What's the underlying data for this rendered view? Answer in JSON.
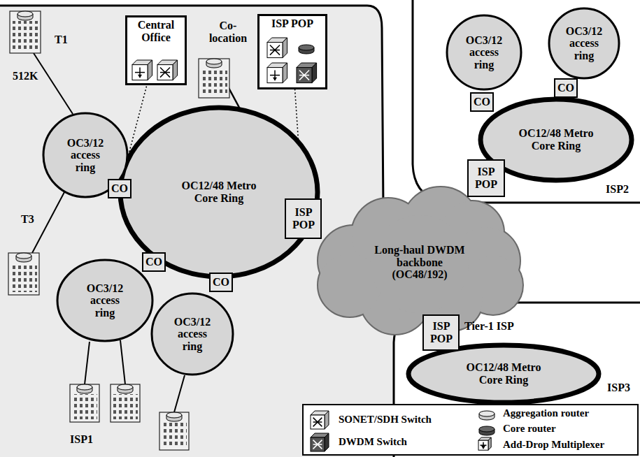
{
  "diagram": {
    "nodes": [
      {
        "text": [
          "ISP1"
        ]
      },
      {
        "text": [
          "Central Office"
        ],
        "in": 0
      },
      {
        "text": [
          "ISP POP"
        ],
        "in": 0
      },
      {
        "text": [
          "OC3/12 access ring"
        ],
        "in": 0
      },
      {
        "text": [
          "CO"
        ],
        "in": 0
      },
      {
        "text": [
          "OC12/48 Metro Core Ring"
        ],
        "in": 0
      },
      {
        "text": [
          "ISP POP"
        ],
        "in": 0
      },
      {
        "text": [
          "OC3/12 access ring"
        ],
        "in": 0
      },
      {
        "text": [
          "CO"
        ],
        "in": 0
      },
      {
        "text": [
          "CO"
        ],
        "in": 0
      },
      {
        "text": [
          "OC3/12 access ring"
        ],
        "in": 0
      },
      {
        "text": [
          "Long-haul DWDM backbone (OC48/192)"
        ]
      },
      {
        "text": [
          "ISP2"
        ]
      },
      {
        "text": [
          "OC3/12 access ring"
        ],
        "in": 12
      },
      {
        "text": [
          "OC3/12 access ring"
        ],
        "in": 12
      },
      {
        "text": [
          "CO"
        ],
        "in": 12
      },
      {
        "text": [
          "CO"
        ],
        "in": 12
      },
      {
        "text": [
          "OC12/48 Metro Core Ring"
        ],
        "in": 12
      },
      {
        "text": [
          "ISP POP"
        ],
        "in": 12
      },
      {
        "text": [
          "ISP3"
        ]
      },
      {
        "text": [
          "ISP POP"
        ],
        "in": 19
      },
      {
        "text": [
          "OC12/48 Metro Core Ring"
        ],
        "in": 19
      }
    ],
    "edges": [
      {
        "from": 4,
        "to": 1,
        "arrow": "none"
      },
      {
        "from": 6,
        "to": 2,
        "arrow": "none"
      }
    ],
    "labels": [
      "T1",
      "512K",
      "T3",
      "Co-location",
      "Tier-1 ISP"
    ],
    "legend": [
      {
        "text": "SONET/SDH Switch"
      },
      {
        "text": "DWDM Switch"
      },
      {
        "text": "Aggregation router"
      },
      {
        "text": "Core router"
      },
      {
        "text": "Add-Drop Multiplexer"
      }
    ]
  }
}
